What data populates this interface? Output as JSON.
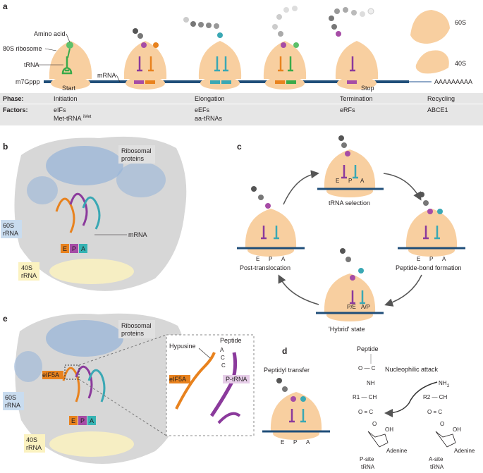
{
  "panel_a": {
    "letter": "a",
    "labels": {
      "amino_acid": "Amino acid",
      "ribosome_80s": "80S ribosome",
      "trna": "tRNA",
      "m7gppp": "m7Gppp",
      "mrna": "mRNA",
      "start": "Start",
      "stop": "Stop",
      "poly_a": "AAAAAAAAA",
      "s60": "60S",
      "s40": "40S"
    },
    "table": {
      "phase_header": "Phase:",
      "factors_header": "Factors:",
      "phases": [
        "Initiation",
        "Elongation",
        "Termination",
        "Recycling"
      ],
      "factors_line1": [
        "eIFs",
        "eEFs",
        "eRFs",
        "ABCE1"
      ],
      "factors_line2": [
        "Met-tRNA",
        "aa-tRNAs",
        "",
        ""
      ],
      "met_superscript": "iMet"
    }
  },
  "panel_b": {
    "letter": "b",
    "ribosomal_proteins": [
      "Ribosomal",
      "proteins"
    ],
    "rrna_60s": [
      "60S",
      "rRNA"
    ],
    "rrna_40s": [
      "40S",
      "rRNA"
    ],
    "mrna": "mRNA",
    "sites": [
      "E",
      "P",
      "A"
    ]
  },
  "panel_c": {
    "letter": "c",
    "states": {
      "top": "tRNA selection",
      "right": "Peptide-bond formation",
      "bottom": "'Hybrid' state",
      "left": "Post-translocation"
    },
    "sites": [
      "E",
      "P",
      "A"
    ],
    "hybrid_sites": [
      "P/E",
      "A/P"
    ]
  },
  "panel_d": {
    "letter": "d",
    "peptidyl_transfer": "Peptidyl transfer",
    "peptide": "Peptide",
    "nucleophilic_attack": "Nucleophilic attack",
    "nh2": "NH",
    "nh2_sub": "2",
    "r1_ch": "R1 — CH",
    "r2_ch": "R2 — CH",
    "c_o": "O — C",
    "c_eq_o": "O = C",
    "nh": "NH",
    "o_label": "O",
    "oh": "OH",
    "adenine": "Adenine",
    "p_site": [
      "P-site",
      "tRNA"
    ],
    "a_site": [
      "A-site",
      "tRNA"
    ],
    "sites": [
      "E",
      "P",
      "A"
    ]
  },
  "panel_e": {
    "letter": "e",
    "ribosomal_proteins": [
      "Ribosomal",
      "proteins"
    ],
    "eif5a": "eIF5A",
    "rrna_60s": [
      "60S",
      "rRNA"
    ],
    "rrna_40s": [
      "40S",
      "rRNA"
    ],
    "hypusine": "Hypusine",
    "peptide": "Peptide",
    "acc": [
      "A",
      "C",
      "C"
    ],
    "eif5a_zoom": "eIF5A",
    "p_trna": "P-tRNA",
    "sites": [
      "E",
      "P",
      "A"
    ]
  },
  "colors": {
    "ribosome": "#f8cfa0",
    "mrna": "#1f4e79",
    "green_trna": "#3aaa4a",
    "purple_trna": "#8b3a9c",
    "orange_trna": "#e8821e",
    "teal_trna": "#3aa8b4",
    "e_site": "#e8821e",
    "p_site": "#a64ca6",
    "a_site": "#36b3b3",
    "table_bg": "#e6e6e6",
    "protein_blue": "#9ab6d8",
    "rrna_40s_yellow": "#fbf2c0",
    "rrna_60s_blue": "#c9dcef"
  }
}
